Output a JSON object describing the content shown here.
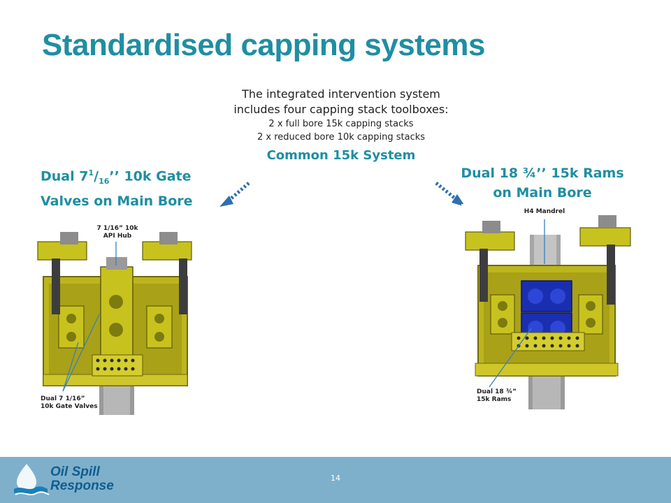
{
  "slide": {
    "title": "Standardised capping systems",
    "intro_line1": "The integrated intervention system",
    "intro_line2": "includes four capping stack toolboxes:",
    "bullet1": "2 x full bore 15k capping stacks",
    "bullet2": "2 x reduced bore 10k capping stacks",
    "common": "Common 15k System"
  },
  "left": {
    "caption_part1": "Dual 7",
    "caption_sup": "1",
    "caption_slash": "/",
    "caption_sub": "16",
    "caption_part2": "’’ 10k Gate",
    "caption_line2": "Valves on Main Bore",
    "callout_top_line1": "7 1/16” 10k",
    "callout_top_line2": "API Hub",
    "callout_bottom_line1": "Dual 7 1/16”",
    "callout_bottom_line2": "10k Gate Valves"
  },
  "right": {
    "caption_line1": "Dual 18 ¾’’ 15k Rams",
    "caption_line2": "on Main Bore",
    "callout_top": "H4 Mandrel",
    "callout_bottom_line1": "Dual 18 ¾”",
    "callout_bottom_line2": "15k Rams"
  },
  "footer": {
    "page_number": "14",
    "logo_line1": "Oil Spill",
    "logo_line2": "Response"
  },
  "colors": {
    "accent": "#1f8ea3",
    "footer_bg": "#7eb0cc",
    "machine_yellow": "#c8c21e",
    "ram_blue": "#1a2fb0"
  }
}
